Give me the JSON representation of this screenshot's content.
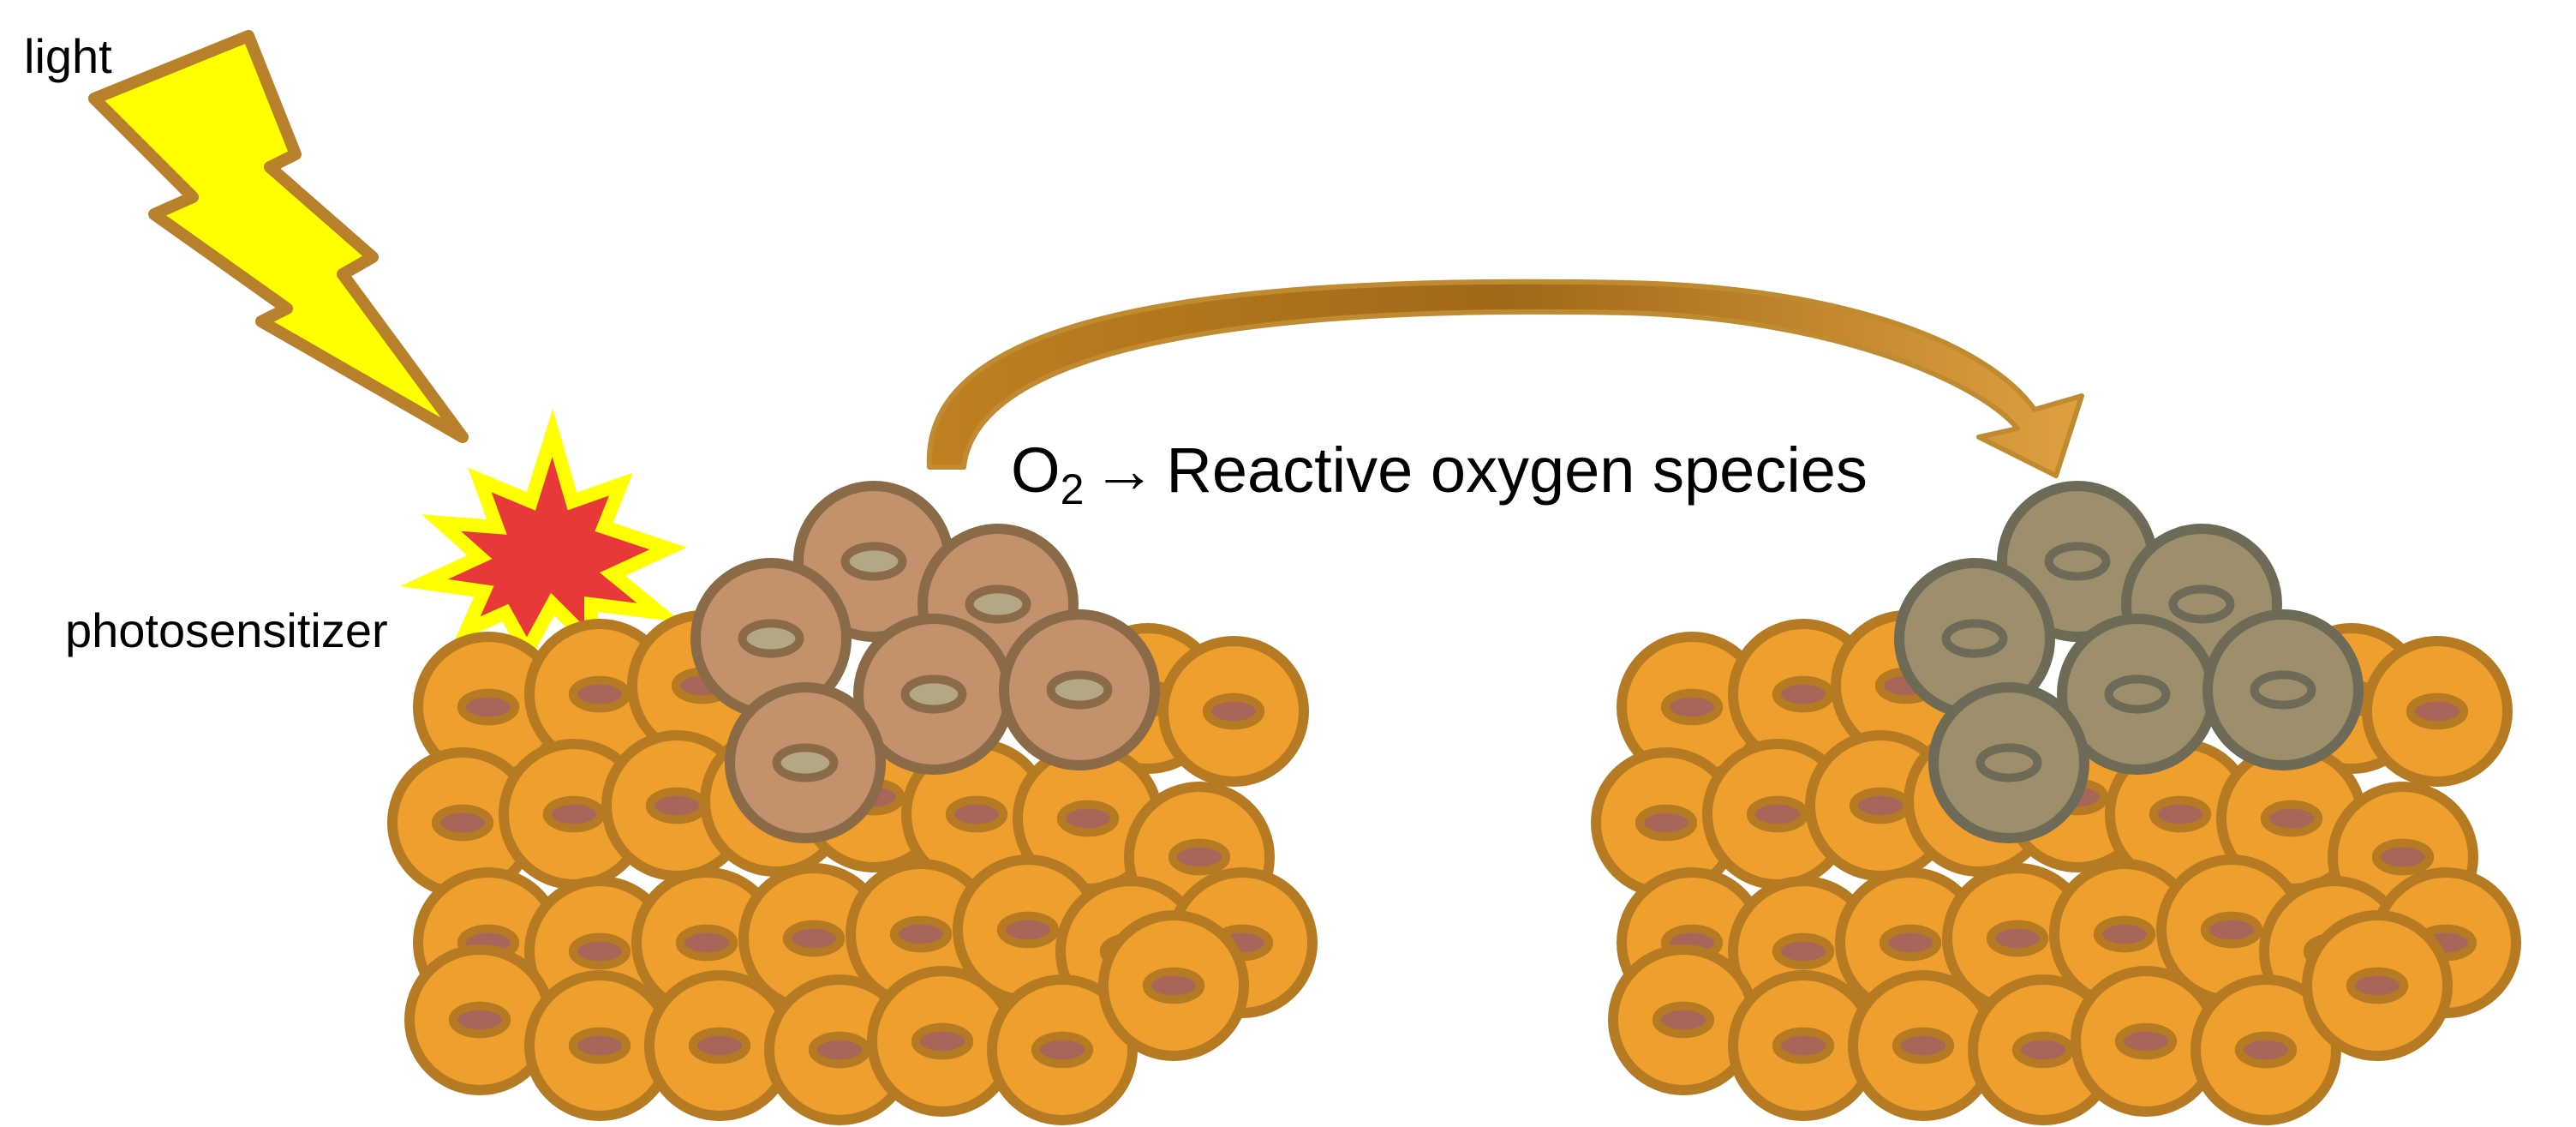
{
  "labels": {
    "light": "light",
    "photosensitizer": "photosensitizer",
    "reaction": {
      "reactant": "O",
      "subscript": "2",
      "arrow": "→",
      "product": "Reactive oxygen species"
    }
  },
  "icons": {
    "light": "lightning-bolt-icon",
    "photosensitizer": "starburst-icon",
    "process": "curved-arrow-icon"
  },
  "colors": {
    "lightning_fill": "#ffff00",
    "lightning_stroke": "#b8802a",
    "burst_fill": "#e8383a",
    "burst_stroke": "#ffff00",
    "healthy_cell_fill": "#ef9f2e",
    "healthy_cell_stroke": "#b57a22",
    "healthy_nucleus_fill": "#a8665a",
    "sensitized_cell_fill": "#c3926c",
    "sensitized_cell_stroke": "#8a6a47",
    "dead_cell_fill": "#9d8f6b",
    "dead_cell_stroke": "#6e6a58",
    "arrow_fill": "#c98a2a"
  }
}
